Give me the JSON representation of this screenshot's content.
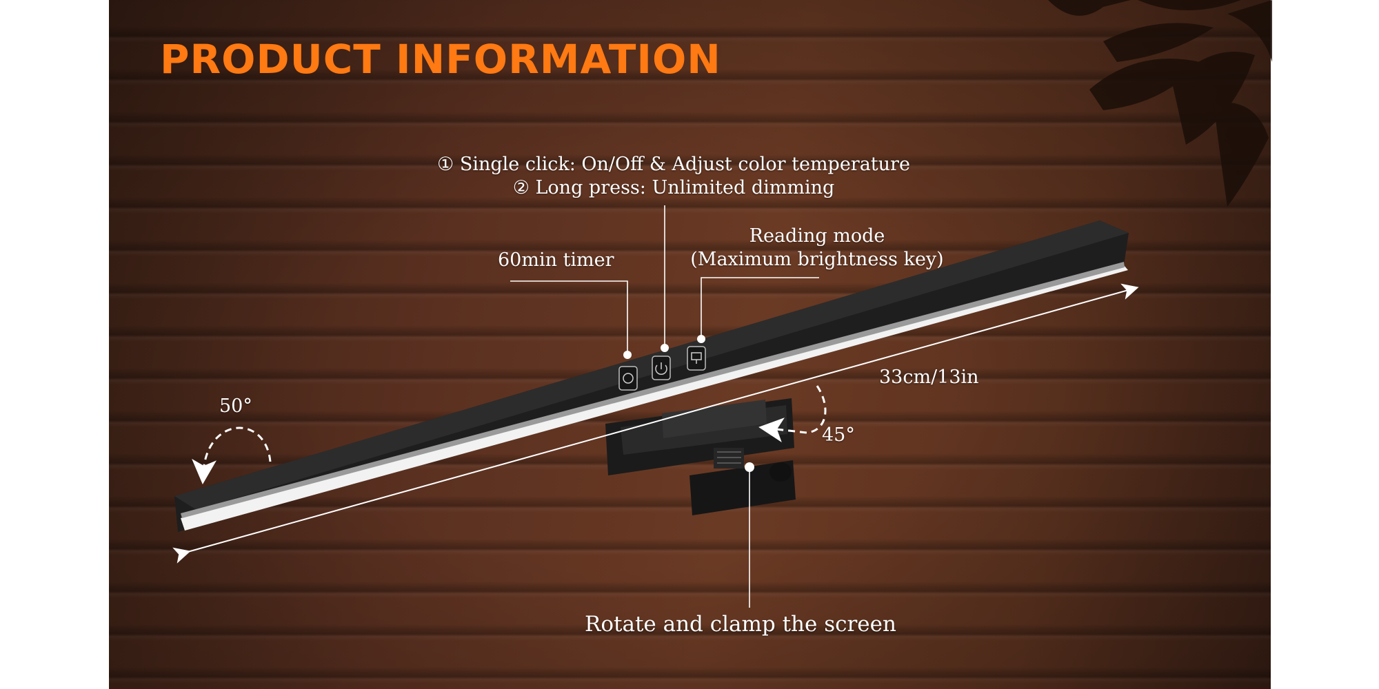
{
  "title": "PRODUCT INFORMATION",
  "callouts": {
    "main_button_line1": "① Single click: On/Off & Adjust color temperature",
    "main_button_line2": "② Long press: Unlimited dimming",
    "timer": "60min timer",
    "reading_line1": "Reading mode",
    "reading_line2": "(Maximum brightness key)",
    "length": "33cm/13in",
    "tilt_angle": "50°",
    "clamp_angle": "45°",
    "clamp": "Rotate and clamp the screen"
  },
  "icons": [
    "timer-icon",
    "power-icon",
    "monitor-icon"
  ],
  "colors": {
    "title": "#ff7a12",
    "text": "#ffffff",
    "bar": "#1e1e1e",
    "light": "#f2f2f2"
  }
}
